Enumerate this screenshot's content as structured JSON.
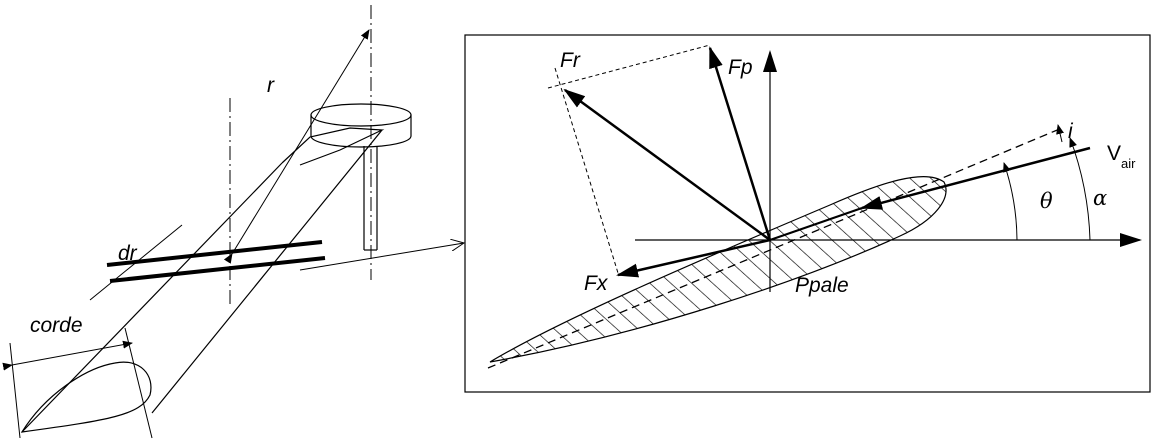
{
  "labels": {
    "r": "r",
    "dr": "dr",
    "corde": "corde",
    "Fr": "Fr",
    "Fp": "Fp",
    "Fx": "Fx",
    "Ppale": "Ppale",
    "i": "i",
    "V": "V",
    "air": "air",
    "theta": "θ",
    "alpha": "α"
  }
}
